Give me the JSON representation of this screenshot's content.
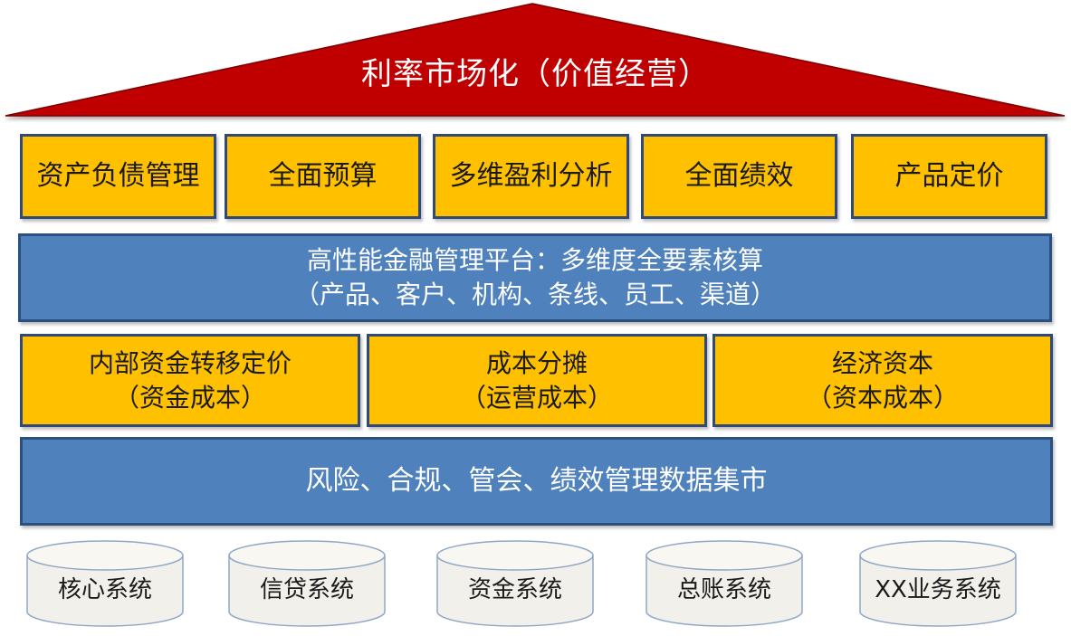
{
  "roof": {
    "title": "利率市场化（价值经营）"
  },
  "applications": [
    {
      "label": "资产负债管理"
    },
    {
      "label": "全面预算"
    },
    {
      "label": "多维盈利分析"
    },
    {
      "label": "全面绩效"
    },
    {
      "label": "产品定价"
    }
  ],
  "platform": {
    "line1": "高性能金融管理平台：多维度全要素核算",
    "line2": "（产品、客户、机构、条线、员工、渠道）"
  },
  "engines": [
    {
      "line1": "内部资金转移定价",
      "line2": "（资金成本）"
    },
    {
      "line1": "成本分摊",
      "line2": "（运营成本）"
    },
    {
      "line1": "经济资本",
      "line2": "（资本成本）"
    }
  ],
  "datamart": {
    "label": "风险、合规、管会、绩效管理数据集市"
  },
  "sources": [
    {
      "label": "核心系统"
    },
    {
      "label": "信贷系统"
    },
    {
      "label": "资金系统"
    },
    {
      "label": "总账系统"
    },
    {
      "label": "XX业务系统"
    }
  ],
  "colors": {
    "roof": "#c00000",
    "module_fill": "#ffc000",
    "layer_fill": "#4f81bd",
    "border": "#2f4a78",
    "cylinder_fill": "#f2f0ea"
  }
}
